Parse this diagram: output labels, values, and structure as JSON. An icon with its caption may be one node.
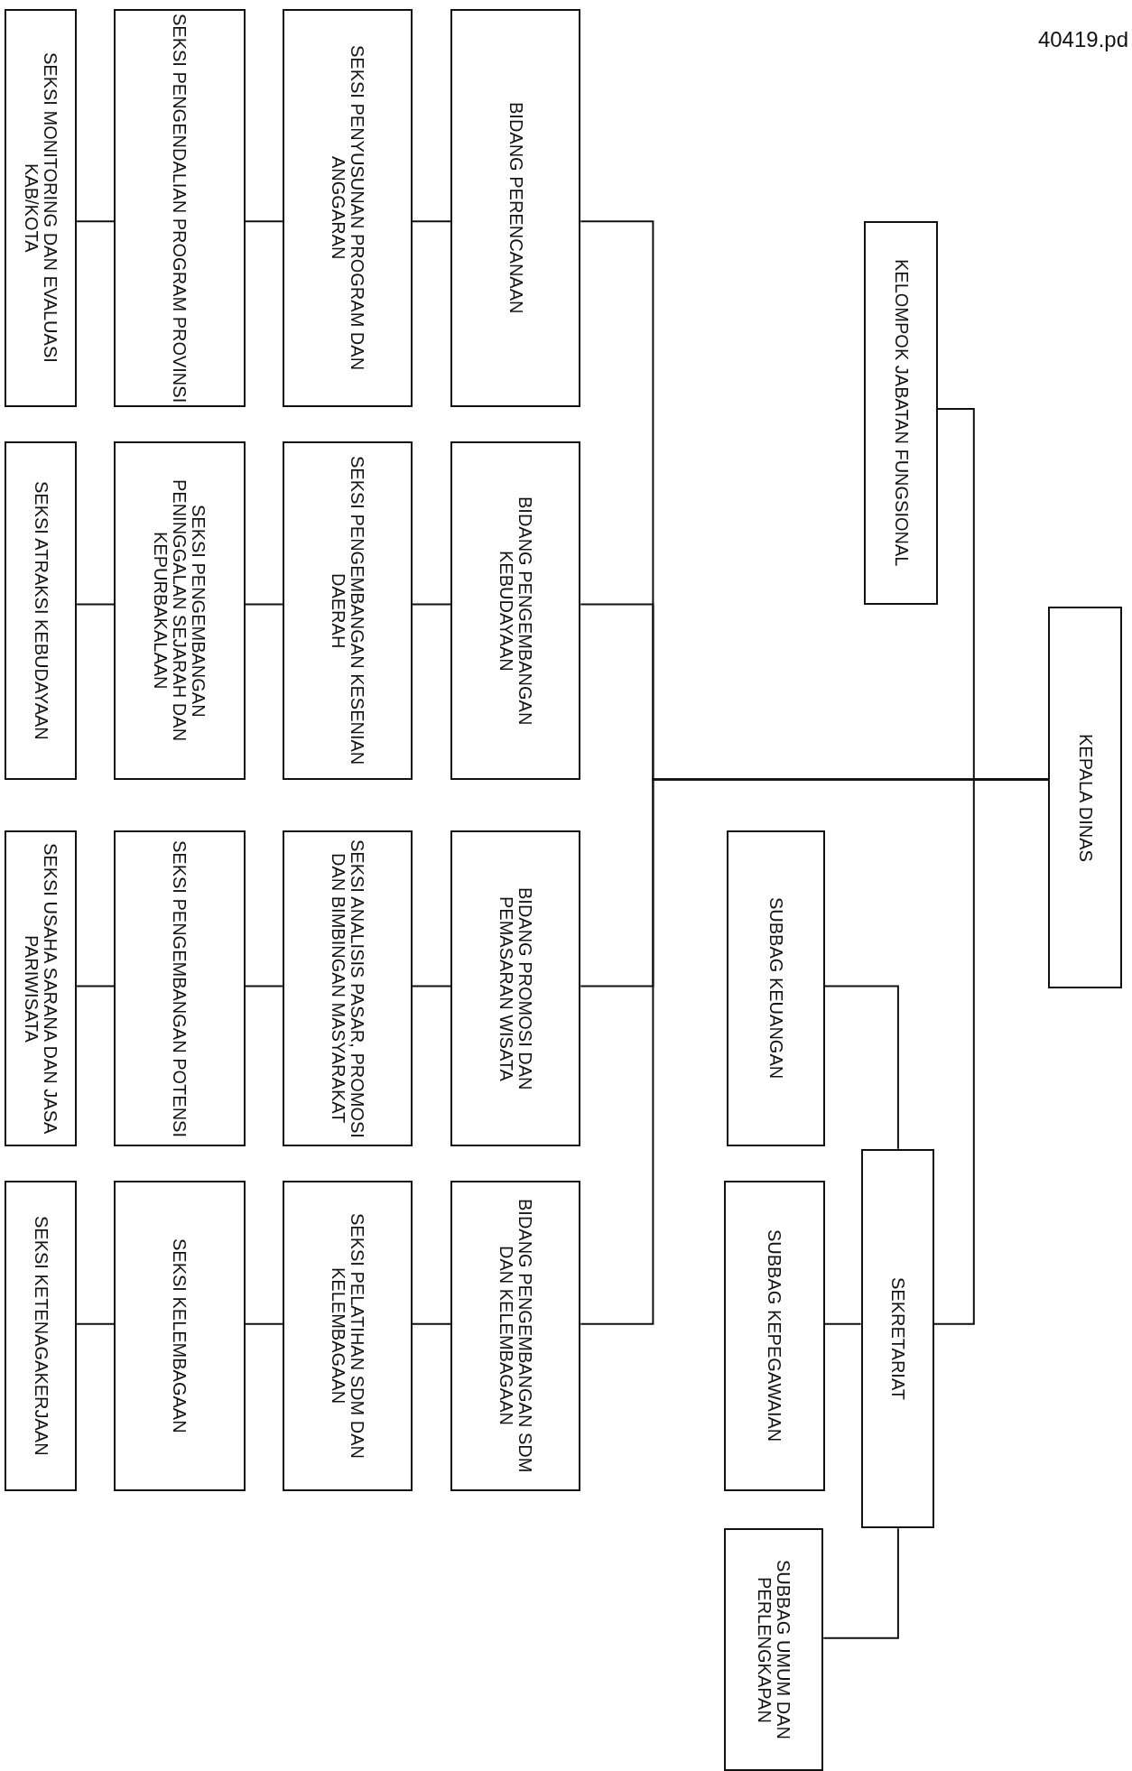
{
  "diagram": {
    "nodes": [
      {
        "text": [
          "KEPALA DINAS"
        ]
      },
      {
        "text": [
          "KELOMPOK JABATAN FUNGSIONAL"
        ]
      },
      {
        "text": [
          "SEKRETARIAT"
        ]
      },
      {
        "text": [
          "SUBBAG KEUANGAN"
        ]
      },
      {
        "text": [
          "SUBBAG KEPEGAWAIAN"
        ]
      },
      {
        "text": [
          "SUBBAG UMUM DAN PERLENGKAPAN"
        ]
      },
      {
        "text": [
          "BIDANG PERENCANAAN"
        ]
      },
      {
        "text": [
          "SEKSI PENYUSUNAN PROGRAM DAN ANGGARAN"
        ]
      },
      {
        "text": [
          "SEKSI PENGENDALIAN PROGRAM PROVINSI"
        ]
      },
      {
        "text": [
          "SEKSI MONITORING DAN EVALUASI KAB/KOTA"
        ]
      },
      {
        "text": [
          "BIDANG PENGEMBANGAN KEBUDAYAAN"
        ]
      },
      {
        "text": [
          "SEKSI PENGEMBANGAN KESENIAN DAERAH"
        ]
      },
      {
        "text": [
          "SEKSI PENGEMBANGAN PENINGGALAN SEJARAH DAN KEPURBAKALAAN"
        ]
      },
      {
        "text": [
          "SEKSI ATRAKSI KEBUDAYAAN"
        ]
      },
      {
        "text": [
          "BIDANG PROMOSI DAN PEMASARAN WISATA"
        ]
      },
      {
        "text": [
          "SEKSI ANALISIS PASAR, PROMOSI DAN BIMBINGAN MASYARAKAT"
        ]
      },
      {
        "text": [
          "SEKSI PENGEMBANGAN POTENSI"
        ]
      },
      {
        "text": [
          "SEKSI USAHA SARANA DAN JASA PARIWISATA"
        ]
      },
      {
        "text": [
          "BIDANG PENGEMBANGAN SDM DAN KELEMBAGAAN"
        ]
      },
      {
        "text": [
          "SEKSI PELATIHAN SDM DAN KELEMBAGAAN"
        ]
      },
      {
        "text": [
          "SEKSI KELEMBAGAAN"
        ]
      },
      {
        "text": [
          "SEKSI KETENAGAKERJAAN"
        ]
      }
    ],
    "edges": [
      {
        "from": 0,
        "to": 1,
        "arrow": "none"
      },
      {
        "from": 0,
        "to": 2,
        "arrow": "none"
      },
      {
        "from": 0,
        "to": 6,
        "arrow": "none"
      },
      {
        "from": 0,
        "to": 10,
        "arrow": "none"
      },
      {
        "from": 0,
        "to": 14,
        "arrow": "none"
      },
      {
        "from": 0,
        "to": 18,
        "arrow": "none"
      },
      {
        "from": 2,
        "to": 3,
        "arrow": "none"
      },
      {
        "from": 2,
        "to": 4,
        "arrow": "none"
      },
      {
        "from": 2,
        "to": 5,
        "arrow": "none"
      },
      {
        "from": 6,
        "to": 7,
        "arrow": "none"
      },
      {
        "from": 7,
        "to": 8,
        "arrow": "none"
      },
      {
        "from": 8,
        "to": 9,
        "arrow": "none"
      },
      {
        "from": 10,
        "to": 11,
        "arrow": "none"
      },
      {
        "from": 11,
        "to": 12,
        "arrow": "none"
      },
      {
        "from": 12,
        "to": 13,
        "arrow": "none"
      },
      {
        "from": 14,
        "to": 15,
        "arrow": "none"
      },
      {
        "from": 15,
        "to": 16,
        "arrow": "none"
      },
      {
        "from": 16,
        "to": 17,
        "arrow": "none"
      },
      {
        "from": 18,
        "to": 19,
        "arrow": "none"
      },
      {
        "from": 19,
        "to": 20,
        "arrow": "none"
      },
      {
        "from": 20,
        "to": 21,
        "arrow": "none"
      }
    ],
    "labels": [
      "40419.pd"
    ]
  }
}
